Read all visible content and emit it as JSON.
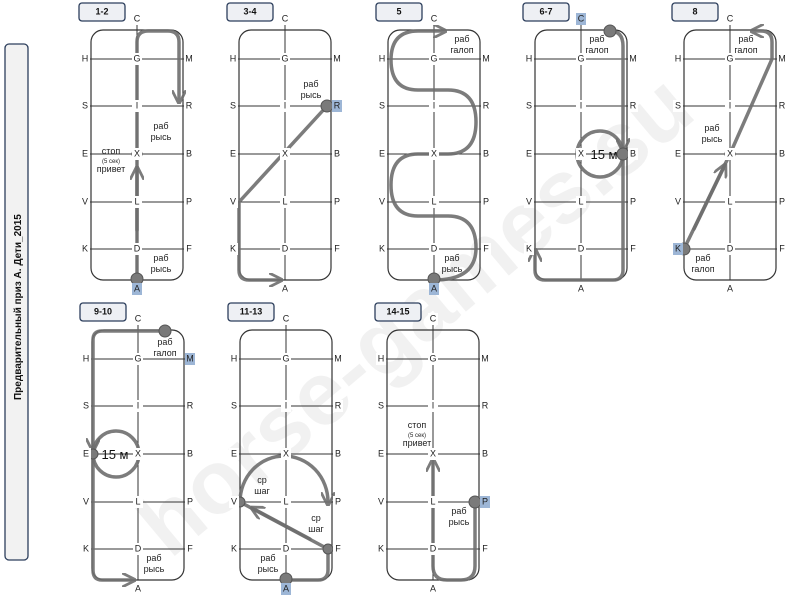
{
  "sidebar": {
    "title": "Предварительный приз А. Дети_2015"
  },
  "letters": {
    "left": [
      "H",
      "S",
      "E",
      "V",
      "K"
    ],
    "center": [
      "G",
      "I",
      "X",
      "L",
      "D"
    ],
    "right": [
      "M",
      "R",
      "B",
      "P",
      "F"
    ],
    "top": "C",
    "bottom": "A"
  },
  "panels": [
    {
      "header": "1-2",
      "highlight": "A",
      "notes": [
        "раб",
        "рысь",
        "стоп",
        "(5 сек)",
        "привет",
        "раб",
        "рысь"
      ]
    },
    {
      "header": "3-4",
      "highlight": "R",
      "notes": [
        "раб",
        "рысь"
      ]
    },
    {
      "header": "5",
      "highlight": "A",
      "notes": [
        "раб",
        "галоп",
        "раб",
        "рысь"
      ]
    },
    {
      "header": "6-7",
      "highlight": "C",
      "notes": [
        "раб",
        "галоп",
        "15 м"
      ]
    },
    {
      "header": "8",
      "highlight": "K",
      "notes": [
        "раб",
        "галоп",
        "раб",
        "рысь",
        "раб",
        "галоп"
      ]
    },
    {
      "header": "9-10",
      "highlight": "M",
      "notes": [
        "раб",
        "галоп",
        "15 м",
        "раб",
        "рысь"
      ]
    },
    {
      "header": "11-13",
      "highlight": "A",
      "notes": [
        "ср",
        "шаг",
        "ср",
        "шаг",
        "раб",
        "рысь"
      ]
    },
    {
      "header": "14-15",
      "highlight": "P",
      "notes": [
        "стоп",
        "(5 сек)",
        "привет",
        "раб",
        "рысь"
      ]
    }
  ],
  "watermark": "horse-games.su",
  "colors": {
    "route": "#6e6e6e",
    "highlight": "#9db6d6",
    "header_border": "#2c3e5c"
  }
}
